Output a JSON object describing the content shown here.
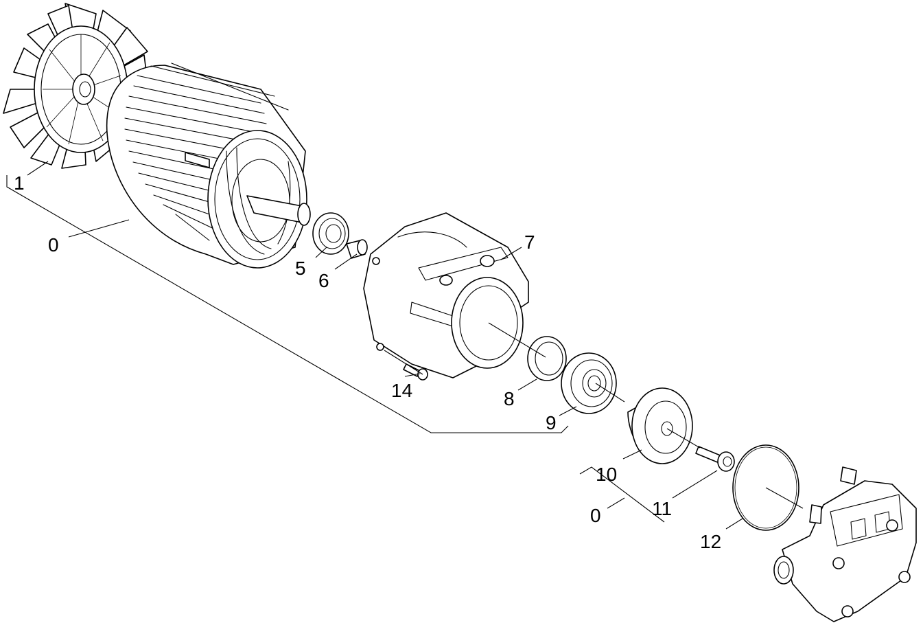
{
  "callouts": [
    {
      "id": "c1",
      "label": "1"
    },
    {
      "id": "c0a",
      "label": "0"
    },
    {
      "id": "c5",
      "label": "5"
    },
    {
      "id": "c6",
      "label": "6"
    },
    {
      "id": "c7",
      "label": "7"
    },
    {
      "id": "c14",
      "label": "14"
    },
    {
      "id": "c8",
      "label": "8"
    },
    {
      "id": "c9",
      "label": "9"
    },
    {
      "id": "c10",
      "label": "10"
    },
    {
      "id": "c11",
      "label": "11"
    },
    {
      "id": "c0b",
      "label": "0"
    },
    {
      "id": "c12",
      "label": "12"
    }
  ]
}
